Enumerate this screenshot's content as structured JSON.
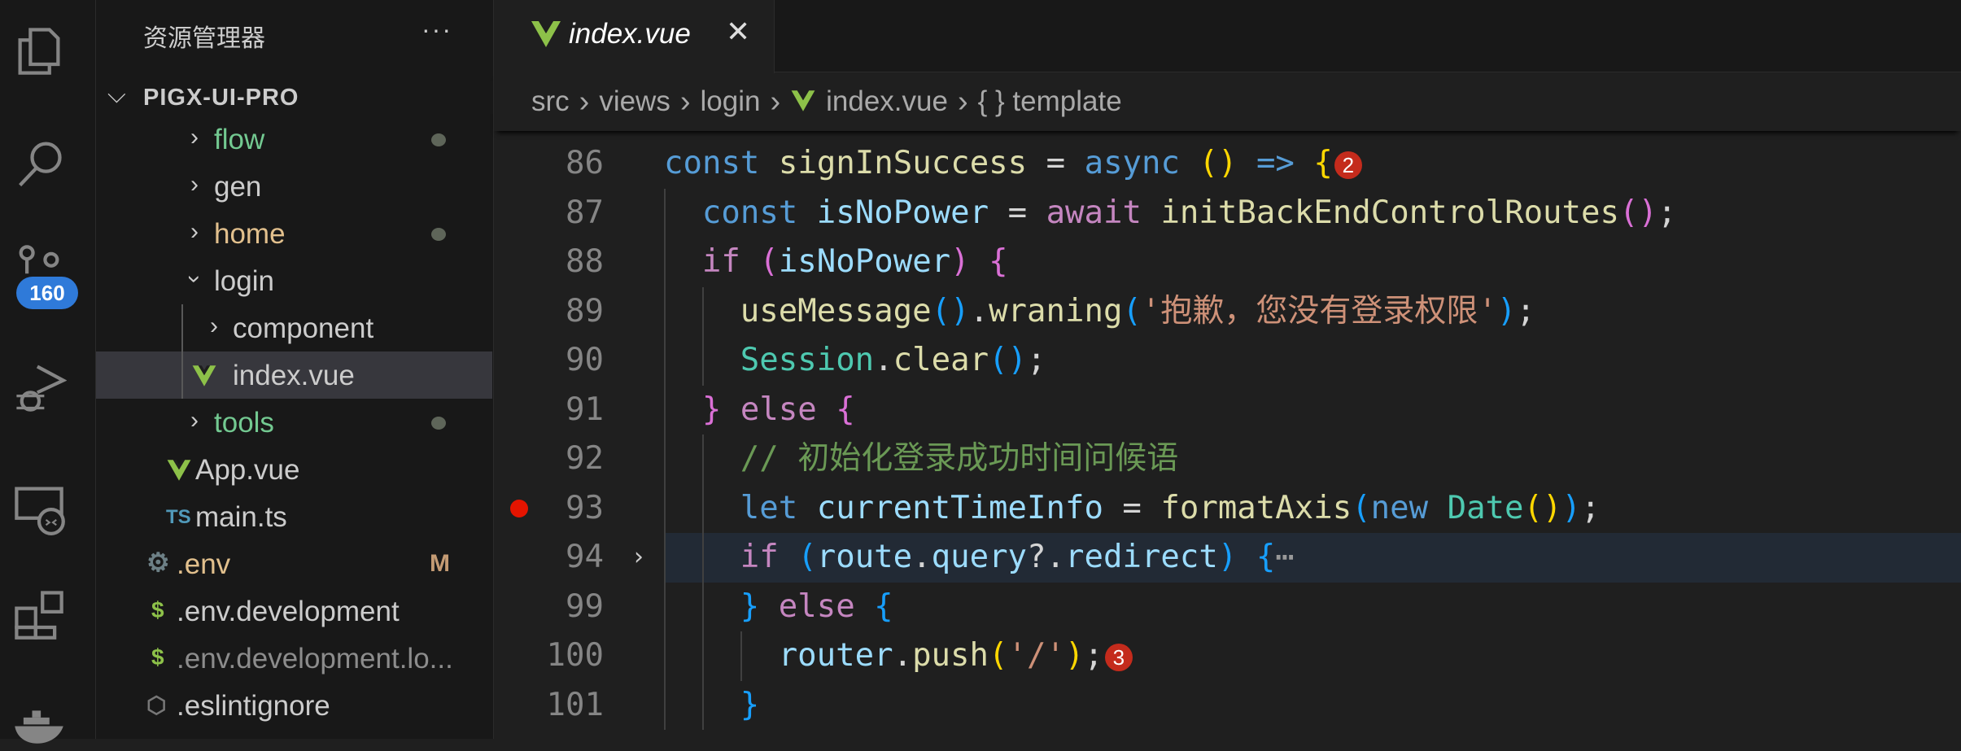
{
  "activity_bar": {
    "items": [
      "explorer-icon",
      "search-icon",
      "source-control-icon",
      "run-debug-icon",
      "remote-explorer-icon",
      "extensions-icon",
      "docker-icon"
    ],
    "source_control_badge": "160"
  },
  "sidebar": {
    "title": "资源管理器",
    "more": "···",
    "project": "PIGX-UI-PRO",
    "items": [
      {
        "label": "flow",
        "type": "folder",
        "depth": 1,
        "color": "#73c991",
        "dot": true
      },
      {
        "label": "gen",
        "type": "folder",
        "depth": 1,
        "color": "#cccccc"
      },
      {
        "label": "home",
        "type": "folder",
        "depth": 1,
        "color": "#e2c08d",
        "dot": true
      },
      {
        "label": "login",
        "type": "folder-open",
        "depth": 1,
        "color": "#cccccc"
      },
      {
        "label": "component",
        "type": "folder",
        "depth": 2,
        "color": "#cccccc"
      },
      {
        "label": "index.vue",
        "type": "vue",
        "depth": 2,
        "color": "#cccccc",
        "selected": true
      },
      {
        "label": "tools",
        "type": "folder",
        "depth": 1,
        "color": "#73c991",
        "dot": true
      },
      {
        "label": "App.vue",
        "type": "vue",
        "depth": 0,
        "color": "#cccccc"
      },
      {
        "label": "main.ts",
        "type": "ts",
        "depth": 0,
        "color": "#cccccc",
        "icon_text": "TS"
      },
      {
        "label": ".env",
        "type": "gear",
        "depth": -1,
        "color": "#e2c08d",
        "mark": "M"
      },
      {
        "label": ".env.development",
        "type": "dollar",
        "depth": -1,
        "color": "#cccccc",
        "icon_text": "$"
      },
      {
        "label": ".env.development.lo...",
        "type": "dollar",
        "depth": -1,
        "color": "#8c8c8c",
        "icon_text": "$"
      },
      {
        "label": ".eslintignore",
        "type": "eslint",
        "depth": -1,
        "color": "#cccccc"
      }
    ]
  },
  "tab": {
    "label": "index.vue",
    "close": "✕"
  },
  "breadcrumb": [
    "src",
    "views",
    "login",
    "index.vue",
    "{ } template"
  ],
  "colors": {
    "accent": "#2f7ad9",
    "vue": "#8dc149",
    "breakpoint": "#e51400"
  },
  "code": [
    {
      "n": "86",
      "indent": 0,
      "badge": "2",
      "tokens": [
        [
          "const ",
          "kw"
        ],
        [
          "signInSuccess ",
          "fn"
        ],
        [
          "= ",
          "op"
        ],
        [
          "async ",
          "kw"
        ],
        [
          "()",
          "b1"
        ],
        [
          " ",
          "op"
        ],
        [
          "=> ",
          "kw"
        ],
        [
          "{",
          "b1"
        ]
      ]
    },
    {
      "n": "87",
      "indent": 1,
      "tokens": [
        [
          "const ",
          "kw"
        ],
        [
          "isNoPower ",
          "vr"
        ],
        [
          "= ",
          "op"
        ],
        [
          "await ",
          "ct"
        ],
        [
          "initBackEndControlRoutes",
          "fn"
        ],
        [
          "()",
          "b2"
        ],
        [
          ";",
          "op"
        ]
      ]
    },
    {
      "n": "88",
      "indent": 1,
      "tokens": [
        [
          "if ",
          "ct"
        ],
        [
          "(",
          "b2"
        ],
        [
          "isNoPower",
          "vr"
        ],
        [
          ")",
          "b2"
        ],
        [
          " ",
          "op"
        ],
        [
          "{",
          "b2"
        ]
      ]
    },
    {
      "n": "89",
      "indent": 2,
      "tokens": [
        [
          "useMessage",
          "fn"
        ],
        [
          "()",
          "b3"
        ],
        [
          ".",
          "op"
        ],
        [
          "wraning",
          "fn"
        ],
        [
          "(",
          "b3"
        ],
        [
          "'抱歉，您没有登录权限'",
          "st"
        ],
        [
          ")",
          "b3"
        ],
        [
          ";",
          "op"
        ]
      ]
    },
    {
      "n": "90",
      "indent": 2,
      "tokens": [
        [
          "Session",
          "cls"
        ],
        [
          ".",
          "op"
        ],
        [
          "clear",
          "fn"
        ],
        [
          "()",
          "b3"
        ],
        [
          ";",
          "op"
        ]
      ]
    },
    {
      "n": "91",
      "indent": 1,
      "tokens": [
        [
          "}",
          "b2"
        ],
        [
          " else ",
          "ct"
        ],
        [
          "{",
          "b2"
        ]
      ]
    },
    {
      "n": "92",
      "indent": 2,
      "tokens": [
        [
          "// 初始化登录成功时间问候语",
          "cm"
        ]
      ]
    },
    {
      "n": "93",
      "indent": 2,
      "breakpoint": true,
      "tokens": [
        [
          "let ",
          "kw"
        ],
        [
          "currentTimeInfo ",
          "vr"
        ],
        [
          "= ",
          "op"
        ],
        [
          "formatAxis",
          "fn"
        ],
        [
          "(",
          "b3"
        ],
        [
          "new ",
          "kw"
        ],
        [
          "Date",
          "cls"
        ],
        [
          "()",
          "b1"
        ],
        [
          ")",
          "b3"
        ],
        [
          ";",
          "op"
        ]
      ]
    },
    {
      "n": "94",
      "indent": 2,
      "folded": true,
      "highlight": true,
      "tokens": [
        [
          "if ",
          "ct"
        ],
        [
          "(",
          "b3"
        ],
        [
          "route",
          "vr"
        ],
        [
          ".",
          "op"
        ],
        [
          "query",
          "vr"
        ],
        [
          "?.",
          "op"
        ],
        [
          "redirect",
          "vr"
        ],
        [
          ")",
          "b3"
        ],
        [
          " ",
          "op"
        ],
        [
          "{",
          "b3"
        ],
        [
          "⋯",
          "el"
        ]
      ]
    },
    {
      "n": "99",
      "indent": 2,
      "tokens": [
        [
          "}",
          "b3"
        ],
        [
          " else ",
          "ct"
        ],
        [
          "{",
          "b3"
        ]
      ]
    },
    {
      "n": "100",
      "indent": 3,
      "badge": "3",
      "tokens": [
        [
          "router",
          "vr"
        ],
        [
          ".",
          "op"
        ],
        [
          "push",
          "fn"
        ],
        [
          "(",
          "b1"
        ],
        [
          "'/'",
          "st"
        ],
        [
          ")",
          "b1"
        ],
        [
          ";",
          "op"
        ]
      ]
    },
    {
      "n": "101",
      "indent": 2,
      "tokens": [
        [
          "}",
          "b3"
        ]
      ]
    }
  ]
}
